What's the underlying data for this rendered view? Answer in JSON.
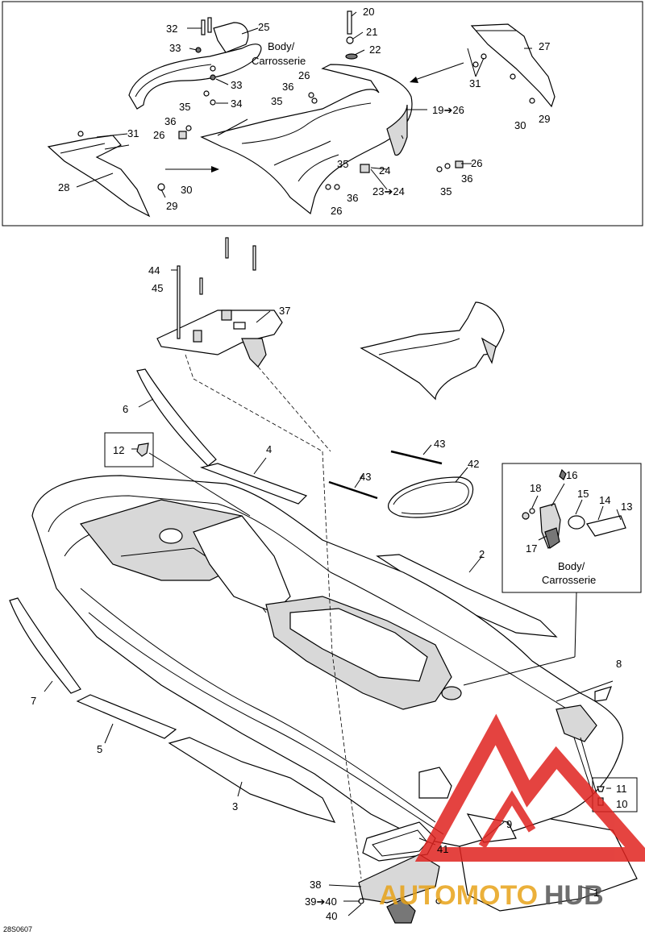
{
  "callouts": {
    "n1": "1",
    "n2": "2",
    "n3": "3",
    "n4": "4",
    "n5": "5",
    "n6": "6",
    "n7": "7",
    "n8": "8",
    "n9": "9",
    "n10": "10",
    "n11": "11",
    "n12": "12",
    "n13": "13",
    "n14": "14",
    "n15": "15",
    "n16": "16",
    "n17": "17",
    "n18": "18",
    "n19_26": "19➔26",
    "n20": "20",
    "n21": "21",
    "n22": "22",
    "n23_24": "23➔24",
    "n24": "24",
    "n25": "25",
    "n26a": "26",
    "n26b": "26",
    "n26c": "26",
    "n26d": "26",
    "n27": "27",
    "n28": "28",
    "n29a": "29",
    "n29b": "29",
    "n30a": "30",
    "n30b": "30",
    "n31a": "31",
    "n31b": "31",
    "n32": "32",
    "n33a": "33",
    "n33b": "33",
    "n34": "34",
    "n35a": "35",
    "n35b": "35",
    "n35c": "35",
    "n35d": "35",
    "n36a": "36",
    "n36b": "36",
    "n36c": "36",
    "n36d": "36",
    "n37": "37",
    "n38": "38",
    "n39_40": "39➔40",
    "n40": "40",
    "n41": "41",
    "n42": "42",
    "n43a": "43",
    "n43b": "43",
    "n44": "44",
    "n45": "45"
  },
  "body_label_top": {
    "line1": "Body/",
    "line2": "Carrosserie"
  },
  "body_label_inset": {
    "line1": "Body/",
    "line2": "Carrosserie"
  },
  "figure_code": "28S0607",
  "watermark": {
    "text_auto": "AUTOMOTO",
    "text_hub": "HUB",
    "color_red": "#e0231f",
    "color_gold": "#e8a318",
    "color_grey": "#555555"
  }
}
